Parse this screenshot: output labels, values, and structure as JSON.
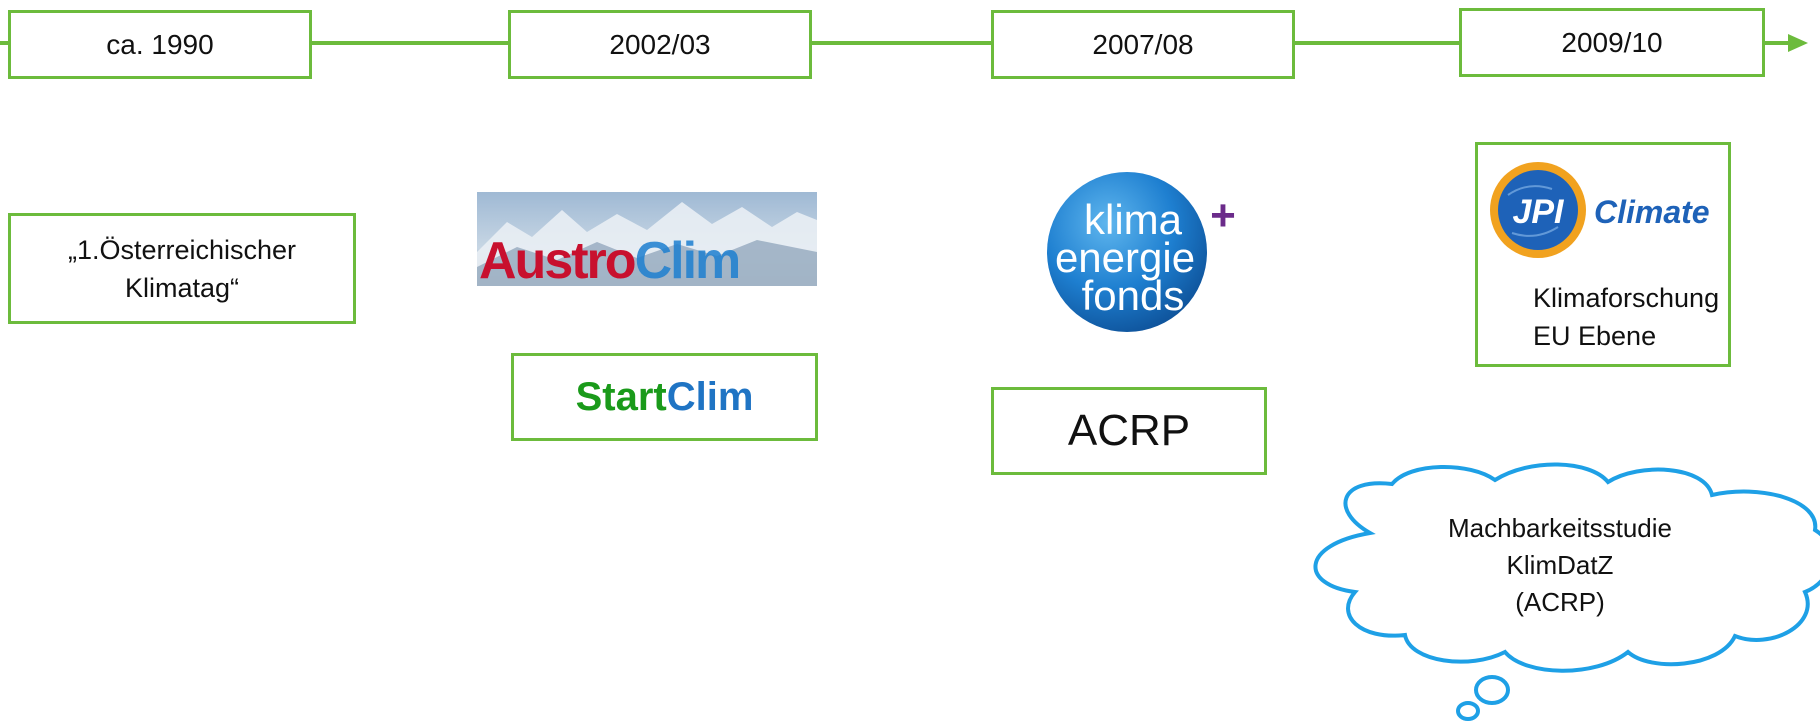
{
  "colors": {
    "timeline_green": "#6cbb3c",
    "cloud_blue": "#1ea0e6",
    "startclim_green": "#1a9a1a",
    "startclim_blue": "#1f74c4",
    "austroclim_red": "#c8102e",
    "klima_blue": "#1e7fd0",
    "jpi_blue": "#1e62b8",
    "jpi_orange": "#f1a21f"
  },
  "timeline": {
    "years": [
      "ca. 1990",
      "2002/03",
      "2007/08",
      "2009/10"
    ]
  },
  "events": {
    "klimatag": {
      "line1": "„1.Österreichischer",
      "line2": "Klimatag“"
    },
    "austroclim_logo": {
      "part1": "Austro",
      "part2": "Clim"
    },
    "startclim": {
      "part1": "Start",
      "part2": "Clim"
    },
    "klimafonds_logo": {
      "line1": "klima",
      "line2": "energie",
      "line3": "fonds",
      "plus": "+"
    },
    "acrp": {
      "label": "ACRP"
    },
    "jpi": {
      "badge": "JPI",
      "word": "Climate",
      "line1": "Klimaforschung",
      "line2": "EU Ebene"
    },
    "cloud": {
      "line1": "Machbarkeitsstudie",
      "line2": "KlimDatZ",
      "line3": "(ACRP)"
    }
  }
}
